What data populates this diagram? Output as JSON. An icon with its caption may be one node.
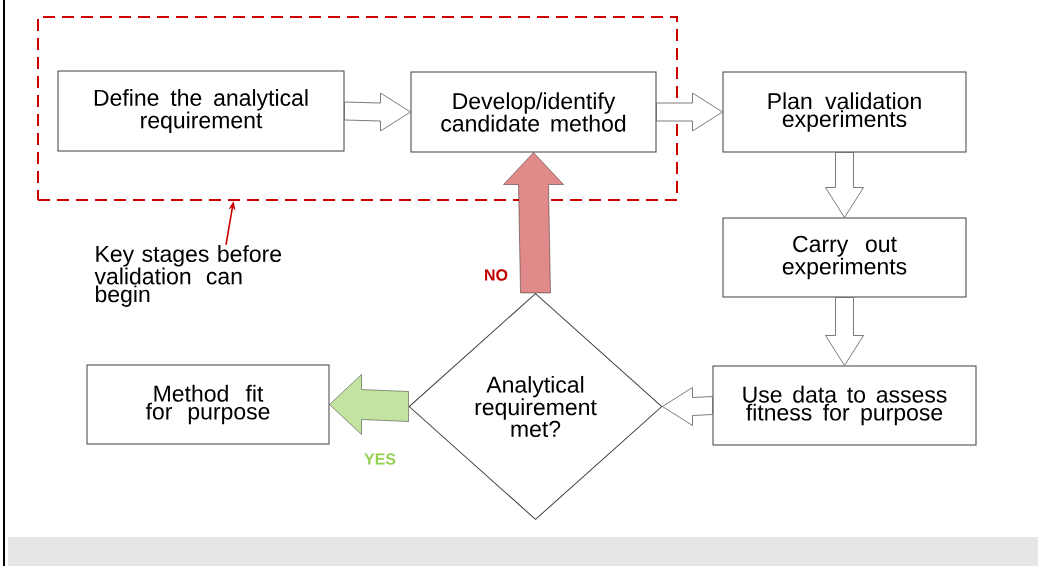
{
  "diagram": {
    "nodes": [
      {
        "text": [],
        "shape": "box"
      },
      {
        "text": [
          "Define the analytical requirement"
        ],
        "in": 0
      },
      {
        "text": [
          "Develop/identify candidate method"
        ],
        "in": 0
      },
      {
        "text": [
          "Plan validation experiments"
        ]
      },
      {
        "text": [
          "Carry out experiments"
        ]
      },
      {
        "text": [
          "Use data to assess fitness for purpose"
        ]
      },
      {
        "text": [
          "Analytical requirement met?"
        ]
      },
      {
        "text": [
          "Method fit for purpose"
        ]
      },
      {
        "text": [
          "Key stages before validation can begin"
        ]
      }
    ],
    "edges": [
      {
        "from": 1,
        "to": 2,
        "arrow": "to"
      },
      {
        "from": 2,
        "to": 3,
        "arrow": "to"
      },
      {
        "from": 3,
        "to": 4,
        "arrow": "to"
      },
      {
        "from": 4,
        "to": 5,
        "arrow": "to"
      },
      {
        "from": 5,
        "to": 6,
        "arrow": "to"
      },
      {
        "from": 6,
        "to": 7,
        "arrow": "to",
        "label": "YES",
        "style": "thick",
        "color": "#c3e3a0"
      },
      {
        "from": 6,
        "to": 2,
        "arrow": "to",
        "label": "NO",
        "style": "thick",
        "color": "#e08a8a"
      },
      {
        "from": 8,
        "to": 0,
        "arrow": "to",
        "color": "#cc0000"
      }
    ]
  }
}
